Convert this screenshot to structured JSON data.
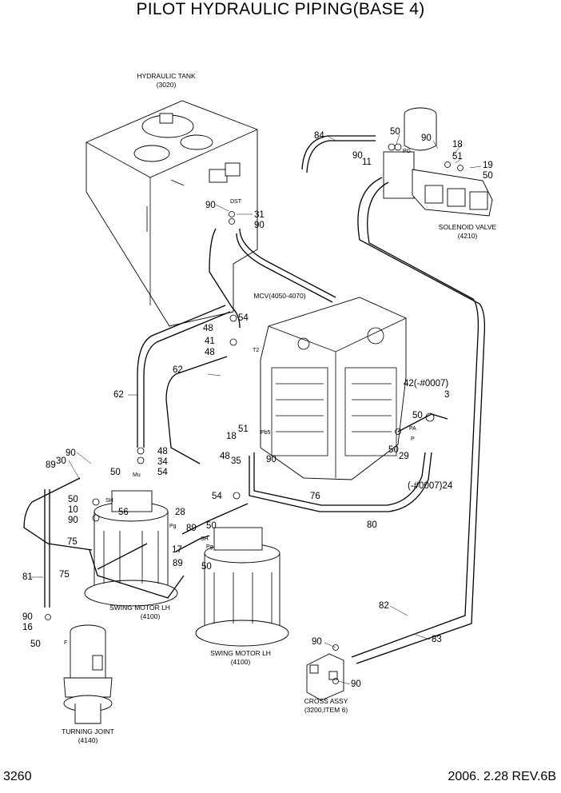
{
  "header": {
    "title": "PILOT HYDRAULIC PIPING(BASE 4)"
  },
  "footer": {
    "page": "3260",
    "revision": "2006. 2.28 REV.6B"
  },
  "components": {
    "hydraulic_tank": {
      "name": "HYDRAULIC TANK",
      "ref": "(3020)"
    },
    "solenoid_valve": {
      "name": "SOLENOID VALVE",
      "ref": "(4210)"
    },
    "mcv": {
      "name": "MCV(4050-4070)"
    },
    "swing_motor_1": {
      "name": "SWING MOTOR LH",
      "ref": "(4100)"
    },
    "swing_motor_2": {
      "name": "SWING MOTOR LH",
      "ref": "(4100)"
    },
    "cross_assy": {
      "name": "CROSS ASSY",
      "ref": "(3200,ITEM 6)"
    },
    "turning_joint": {
      "name": "TURNING JOINT",
      "ref": "(4140)"
    }
  },
  "port_labels": [
    "PG",
    "DST",
    "T2",
    "Pb5",
    "PA",
    "P",
    "SH",
    "Mu",
    "Pg",
    "F"
  ],
  "callouts": [
    "84",
    "50",
    "90",
    "11",
    "90",
    "18",
    "51",
    "19",
    "50",
    "90",
    "31",
    "90",
    "48",
    "54",
    "41",
    "48",
    "62",
    "62",
    "42(-#0007)",
    "3",
    "50",
    "50",
    "29",
    "(-#0007)24",
    "51",
    "18",
    "48",
    "35",
    "90",
    "76",
    "80",
    "54",
    "90",
    "30",
    "89",
    "50",
    "48",
    "34",
    "54",
    "50",
    "10",
    "90",
    "75",
    "56",
    "28",
    "89",
    "50",
    "17",
    "SH",
    "Pg",
    "89",
    "50",
    "75",
    "81",
    "90",
    "16",
    "50",
    "82",
    "83",
    "90",
    "90"
  ]
}
